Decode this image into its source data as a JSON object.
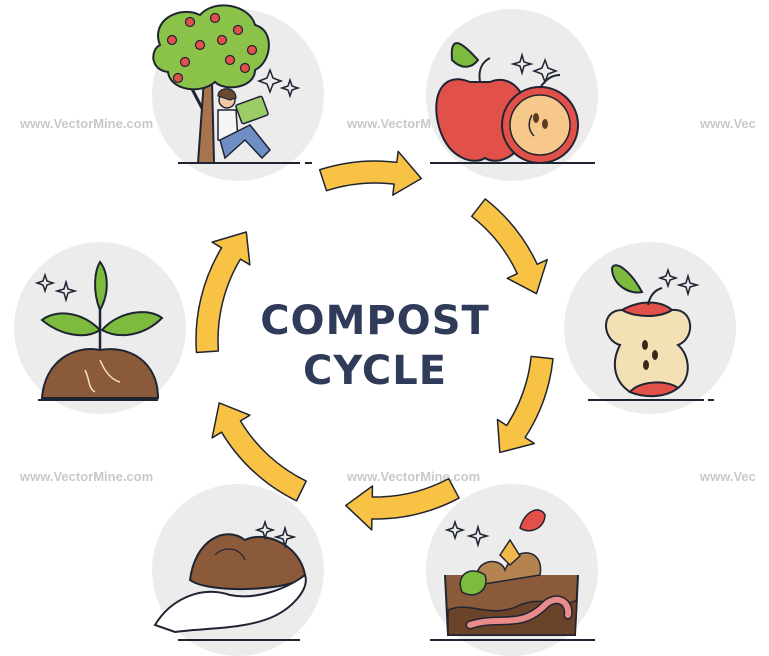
{
  "title": {
    "line1": "COMPOST",
    "line2": "CYCLE"
  },
  "colors": {
    "title": "#2f3b59",
    "arrow": "#f8c244",
    "outline": "#1f2433",
    "circle_bg": "#ececec",
    "apple_red": "#e2504a",
    "leaf_green": "#7dbb3e",
    "soil_brown": "#8a5a3a",
    "worm_pink": "#e98b8b"
  },
  "watermark": {
    "text": "www.VectorMine.com",
    "text_partial": "www.Vec"
  },
  "stages": [
    {
      "id": "tree",
      "icon": "apple-tree-reader-icon"
    },
    {
      "id": "apples",
      "icon": "fresh-apples-icon"
    },
    {
      "id": "apple-core",
      "icon": "apple-core-icon"
    },
    {
      "id": "compost-bin",
      "icon": "compost-bin-worm-icon"
    },
    {
      "id": "soil-hand",
      "icon": "soil-in-hand-icon"
    },
    {
      "id": "sprout",
      "icon": "sprout-in-soil-icon"
    }
  ]
}
